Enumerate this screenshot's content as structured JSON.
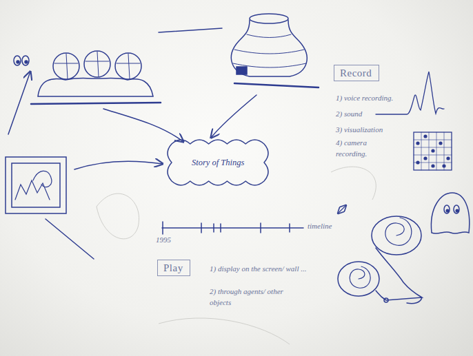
{
  "diagram": {
    "nodes": [
      {
        "text": [
          "Record"
        ]
      },
      {
        "text": [
          "Story of Things"
        ]
      },
      {
        "text": [
          "Play"
        ]
      }
    ],
    "labels": [
      "1) voice recording.",
      "2) sound",
      "3) visualization",
      "4) camera recording.",
      "1995",
      "timeline",
      "1) display on the screen/ wall ...",
      "2) through agents/ other objects"
    ]
  }
}
